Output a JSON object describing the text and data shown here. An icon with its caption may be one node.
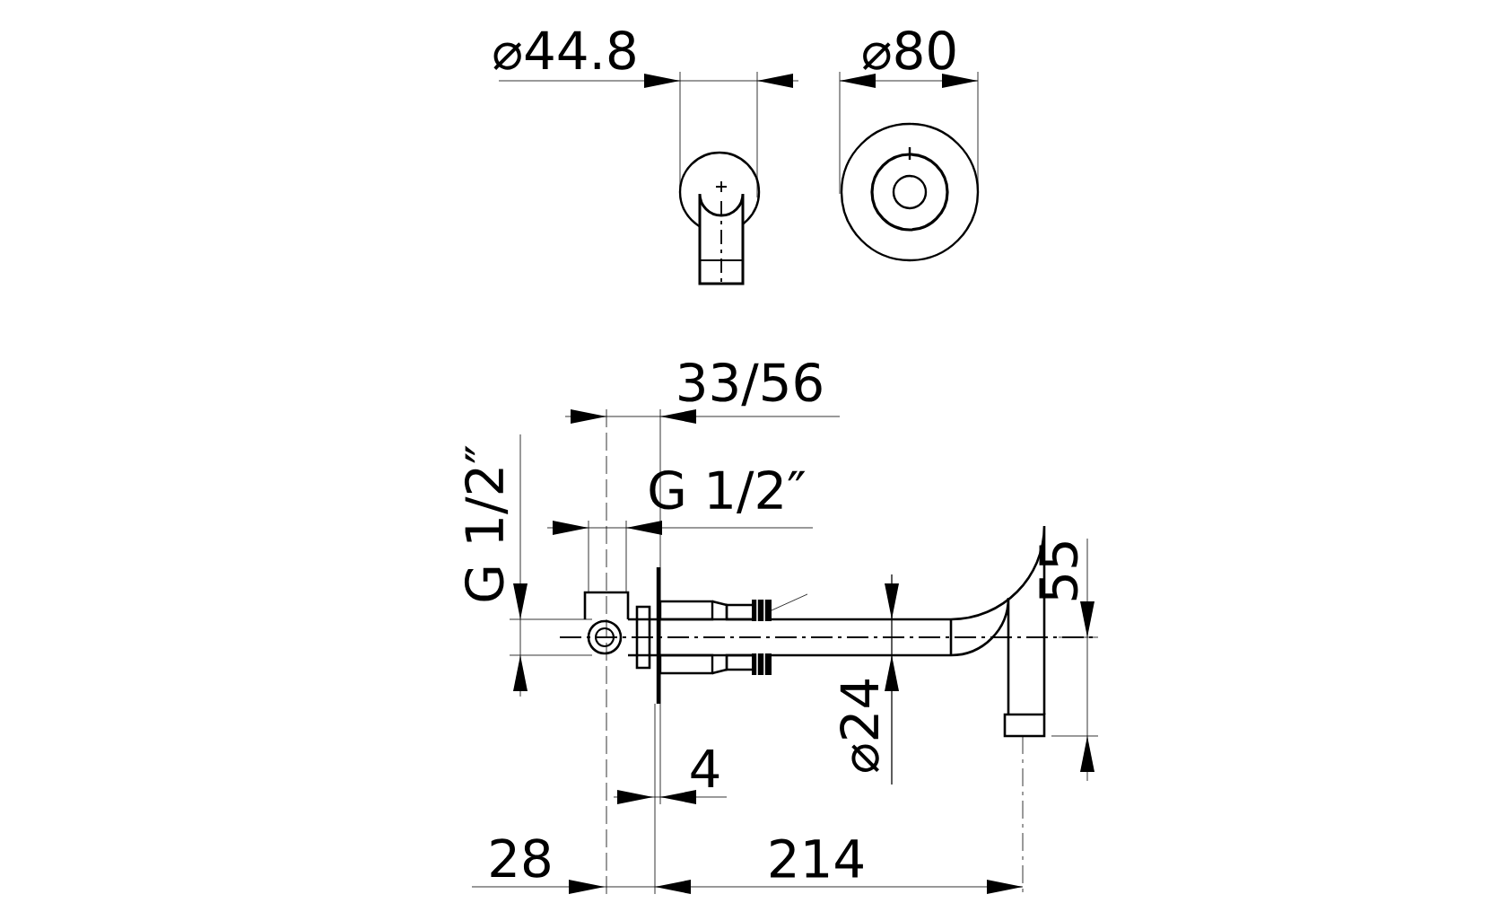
{
  "diagram": {
    "labels": [
      "⌀44.8",
      "⌀80",
      "33/56",
      "G 1/2″",
      "G 1/2″",
      "55",
      "⌀24",
      "4",
      "28",
      "214"
    ]
  }
}
